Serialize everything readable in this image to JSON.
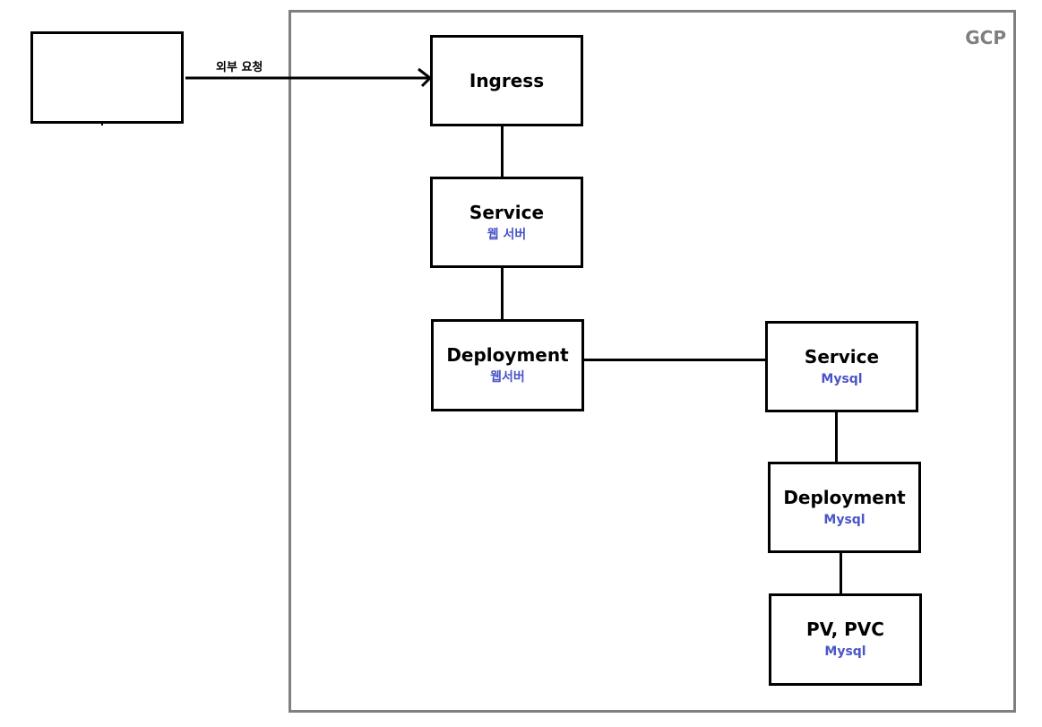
{
  "cloud": {
    "label": "GCP",
    "border_color": "#7f7f7f"
  },
  "external_request": {
    "label": "외부 요청"
  },
  "client_box": {
    "title": ""
  },
  "nodes": {
    "ingress": {
      "title": "Ingress"
    },
    "web_service": {
      "title": "Service",
      "subtitle": "웹 서버"
    },
    "web_deployment": {
      "title": "Deployment",
      "subtitle": "웹서버"
    },
    "mysql_service": {
      "title": "Service",
      "subtitle": "Mysql"
    },
    "mysql_deployment": {
      "title": "Deployment",
      "subtitle": "Mysql"
    },
    "mysql_storage": {
      "title": "PV, PVC",
      "subtitle": "Mysql"
    }
  },
  "colors": {
    "subtitle": "#4a55c8",
    "stroke": "#000000"
  }
}
